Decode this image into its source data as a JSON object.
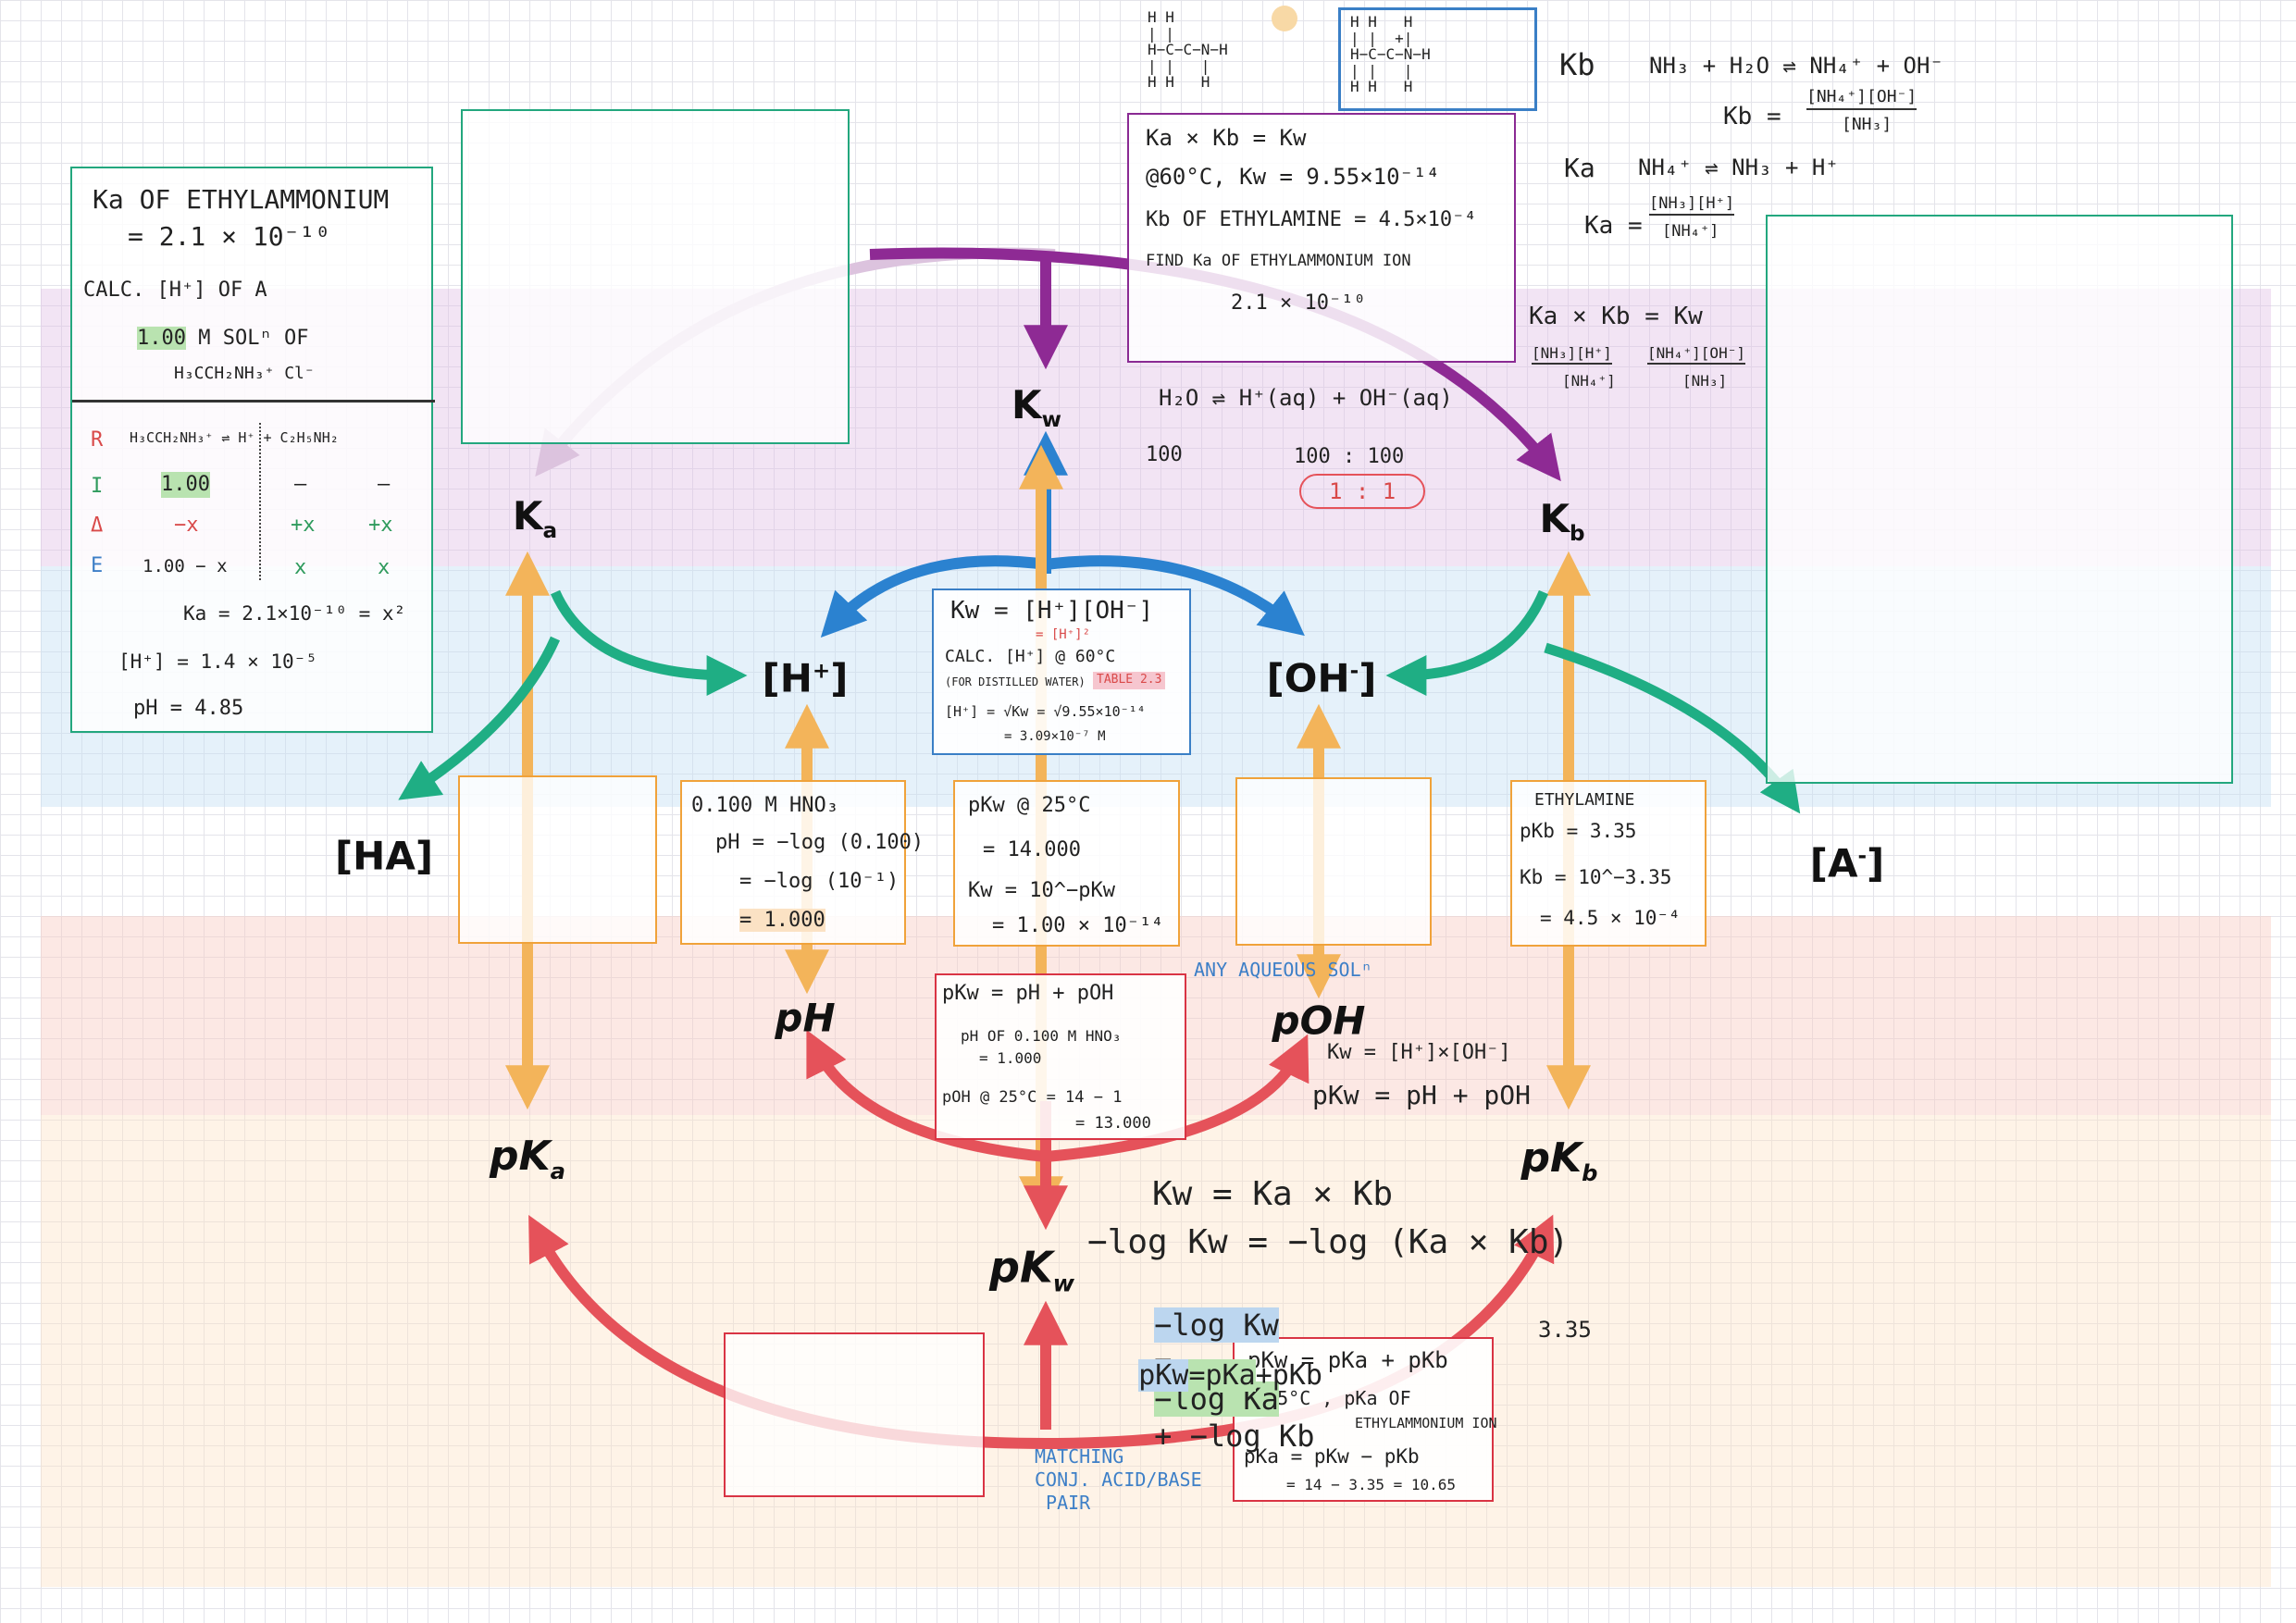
{
  "nodes": {
    "kw": {
      "main": "K",
      "sub": "w"
    },
    "ka": {
      "main": "K",
      "sub": "a"
    },
    "kb": {
      "main": "K",
      "sub": "b"
    },
    "h": {
      "pre": "[H",
      "sup": "+",
      "post": "]"
    },
    "oh": {
      "pre": "[OH",
      "sup": "-",
      "post": "]"
    },
    "ha": {
      "text": "[HA]"
    },
    "a": {
      "pre": "[A",
      "sup": "-",
      "post": "]"
    },
    "ph": {
      "text": "pH"
    },
    "poh": {
      "text": "pOH"
    },
    "pka": {
      "main": "pK",
      "sub": "a"
    },
    "pkb": {
      "main": "pK",
      "sub": "b"
    },
    "pkw": {
      "main": "pK",
      "sub": "w"
    }
  },
  "ethylammonium_note": {
    "title": "Ka OF ETHYLAMMONIUM",
    "ka_value": "= 2.1 × 10⁻¹⁰",
    "calc": "CALC. [H⁺] OF A",
    "conc": "1.00",
    "conc_rest": "M SOLⁿ OF",
    "species": "H₃CCH₂NH₃⁺ Cl⁻",
    "r_label": "R",
    "r_eq": "H₃CCH₂NH₃⁺ ⇌ H⁺ + C₂H₅NH₂",
    "i_label": "I",
    "i_vals": [
      "1.00",
      "—",
      "—"
    ],
    "d_label": "Δ",
    "d_vals": [
      "−x",
      "+x",
      "+x"
    ],
    "e_label": "E",
    "e_vals": [
      "1.00 − x",
      "x",
      "x"
    ],
    "ka_eq": "Ka = 2.1×10⁻¹⁰ = x²",
    "h_result": "[H⁺] = 1.4 × 10⁻⁵",
    "ph_result": "pH = 4.85"
  },
  "kakb_note": {
    "line1": "Ka × Kb = Kw",
    "line2": "@60°C, Kw = 9.55×10⁻¹⁴",
    "line3": "Kb OF ETHYLAMINE = 4.5×10⁻⁴",
    "line4": "FIND Ka OF ETHYLAMMONIUM ION",
    "line5": "2.1 × 10⁻¹⁰"
  },
  "kw_calc_note": {
    "line1": "Kw = [H⁺][OH⁻]",
    "line1b": "= [H⁺]²",
    "line2": "CALC. [H⁺] @ 60°C",
    "line3": "(FOR DISTILLED WATER)",
    "tag": "TABLE 2.3",
    "line4": "[H⁺] = √Kw = √9.55×10⁻¹⁴",
    "line5": "= 3.09×10⁻⁷ M"
  },
  "hno3_note": {
    "line1": "0.100 M HNO₃",
    "line2": "pH = −log (0.100)",
    "line3": "= −log (10⁻¹)",
    "line4": "= 1.000"
  },
  "pkw_note": {
    "line1": "pKw @ 25°C",
    "line2": "= 14.000",
    "line3": "Kw = 10^−pKw",
    "line4": "= 1.00 × 10⁻¹⁴"
  },
  "ethylamine_note": {
    "line1": "ETHYLAMINE",
    "line2": "pKb = 3.35",
    "line3": "Kb = 10^−3.35",
    "line4": "= 4.5 × 10⁻⁴"
  },
  "ph_poh_note": {
    "line1": "pKw = pH + pOH",
    "line2": "pH OF 0.100 M HNO₃",
    "line3": "= 1.000",
    "line4": "pOH @ 25°C = 14 − 1",
    "line5": "= 13.000",
    "aside": "ANY AQUEOUS SOLⁿ"
  },
  "pka_note": {
    "line1": "pKw = pKa + pKb",
    "line2": "@ 25°C , pKa OF",
    "line3": "ETHYLAMMONIUM ION",
    "line4": "pKa = pKw − pKb",
    "line5": "= 14 − 3.35 = 10.65",
    "aside": "3.35"
  },
  "water_note": {
    "eq": "H₂O ⇌ H⁺(aq) + OH⁻(aq)",
    "left": "100",
    "right": "100 : 100",
    "ratio": "1 : 1"
  },
  "poh_note": {
    "line1": "Kw = [H⁺]×[OH⁻]",
    "line2": "pKw = pH + pOH"
  },
  "derivation": {
    "line1": "Kw = Ka × Kb",
    "line2": "−log Kw = −log (Ka × Kb)",
    "line3a": "−log Kw",
    "line3b": "=",
    "line3c": "−log Ka",
    "line3d": "+ −log Kb",
    "line4a": "pKw",
    "line4b": "=pKa",
    "line4c": "+pKb"
  },
  "matching": {
    "text": "MATCHING\nCONJ. ACID/BASE\n PAIR"
  },
  "kb_eqs": {
    "kb_label": "Kb",
    "kb_rxn": "NH₃ + H₂O ⇌ NH₄⁺ + OH⁻",
    "kb_expr_lhs": "Kb =",
    "kb_expr_num": "[NH₄⁺][OH⁻]",
    "kb_expr_den": "[NH₃]",
    "ka_label": "Ka",
    "ka_rxn": "NH₄⁺ ⇌ NH₃ + H⁺",
    "ka_expr_lhs": "Ka =",
    "ka_expr_num": "[NH₃][H⁺]",
    "ka_expr_den": "[NH₄⁺]",
    "prod": "Ka × Kb = Kw",
    "prod_a_num": "[NH₃][H⁺]",
    "prod_a_den": "[NH₄⁺]",
    "prod_b_num": "[NH₄⁺][OH⁻]",
    "prod_b_den": "[NH₃]"
  },
  "structures": {
    "ethylamine": "H H\n| |\nH−C−C−N−H\n| |   |\nH H   H",
    "ethylammonium": "H H   H\n| |  +|\nH−C−C−N−H\n| |   |\nH H   H"
  },
  "colors": {
    "purple": "#8e2a94",
    "purple_light": "#dcc3de",
    "blue": "#2b82d0",
    "green": "#1fae84",
    "orange": "#f3b45a",
    "red": "#e5525a",
    "teal_box": "#23a77e",
    "orange_box": "#f0a23a",
    "purple_box": "#8a2a93",
    "red_box": "#d93444",
    "blue_box": "#3a7fc6"
  }
}
